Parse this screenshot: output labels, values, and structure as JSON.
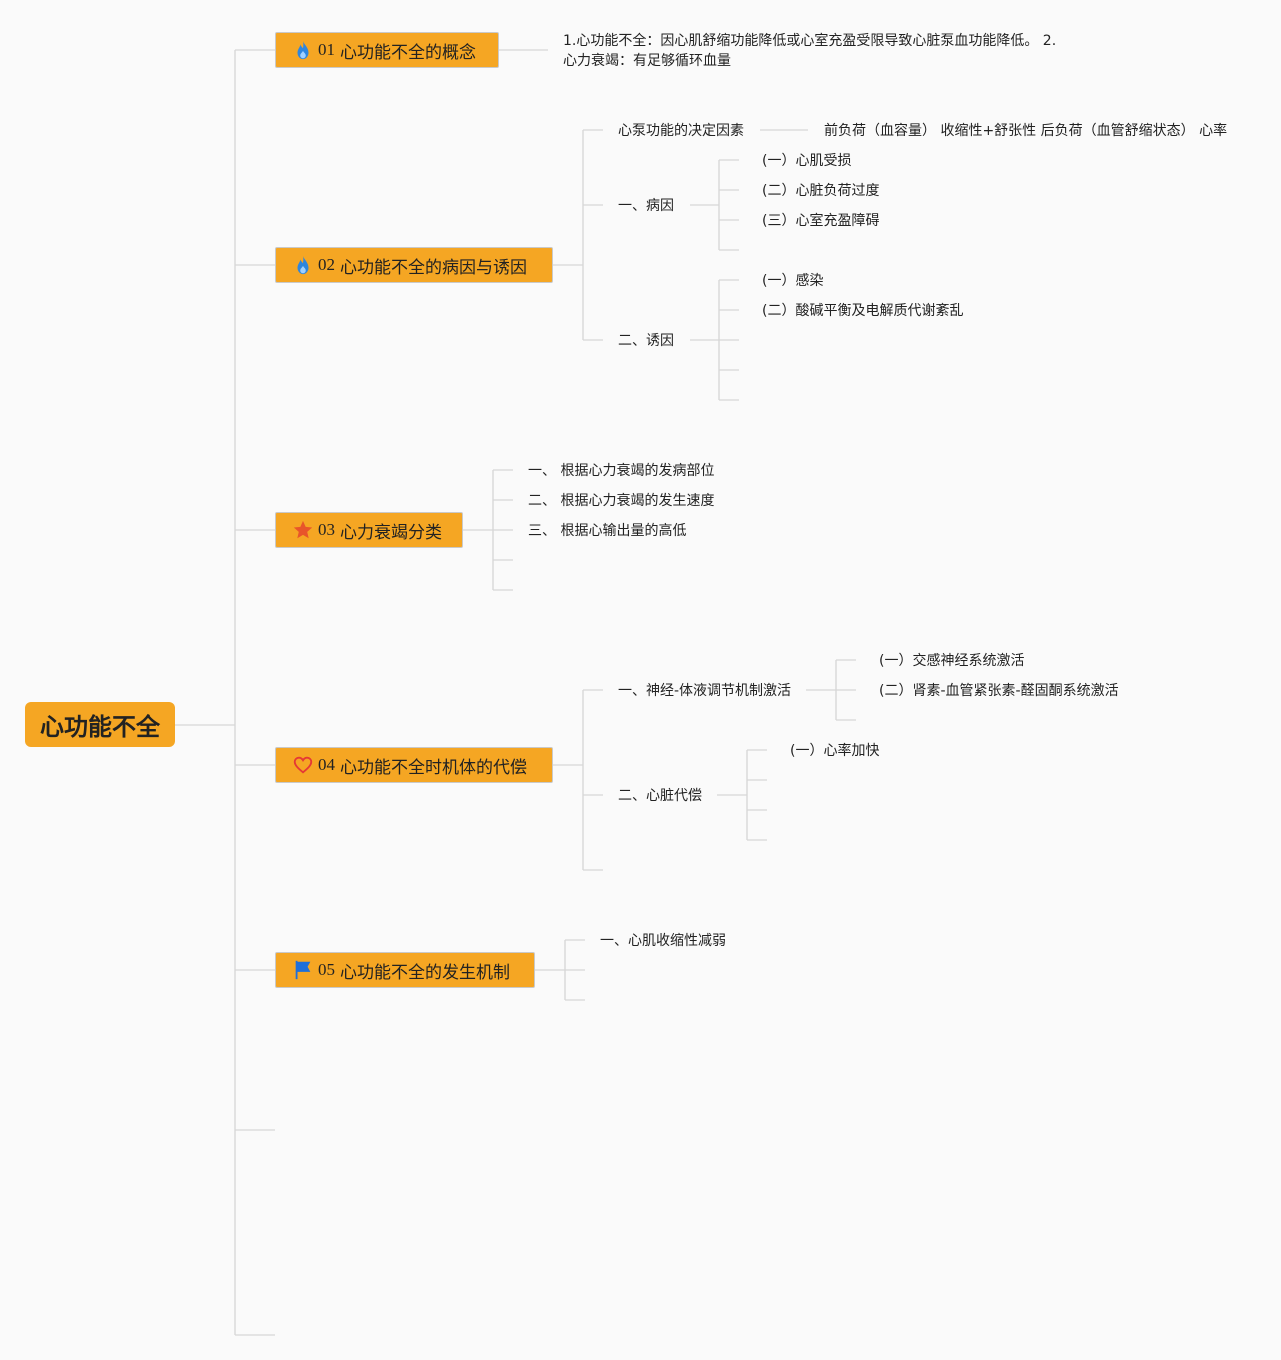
{
  "root": "心功能不全",
  "branches": [
    {
      "num": "01",
      "label": "心功能不全的概念",
      "icon": "flame-icon",
      "color": "#2e86de"
    },
    {
      "num": "02",
      "label": "心功能不全的病因与诱因",
      "icon": "flame-icon",
      "color": "#2e86de"
    },
    {
      "num": "03",
      "label": "心力衰竭分类",
      "icon": "star-icon",
      "color": "#e8552a"
    },
    {
      "num": "04",
      "label": "心功能不全时机体的代偿",
      "icon": "heart-icon",
      "color": "#e53935"
    },
    {
      "num": "05",
      "label": "心功能不全的发生机制",
      "icon": "flag-icon",
      "color": "#1e6fd9"
    }
  ],
  "b1": {
    "concept_line1": "1.心功能不全：因心肌舒缩功能降低或心室充盈受限导致心脏泵血功能降低。 2.",
    "concept_line2": "心力衰竭：有足够循环血量"
  },
  "b2": {
    "pump_factors": "心泵功能的决定因素",
    "pump_detail": "前负荷（血容量） 收缩性+舒张性 后负荷（血管舒缩状态） 心率",
    "cause": "一、病因",
    "cause_items": [
      "(一）心肌受损",
      "(二）心脏负荷过度",
      "(三）心室充盈障碍"
    ],
    "trigger": "二、诱因",
    "trigger_items": [
      "(一）感染",
      "(二）酸碱平衡及电解质代谢紊乱"
    ]
  },
  "b3": {
    "items": [
      "一、 根据心力衰竭的发病部位",
      "二、 根据心力衰竭的发生速度",
      "三、 根据心输出量的高低"
    ]
  },
  "b4": {
    "neuro": "一、神经-体液调节机制激活",
    "neuro_items": [
      "(一）交感神经系统激活",
      "(二）肾素-血管紧张素-醛固酮系统激活"
    ],
    "cardiac": "二、心脏代偿",
    "cardiac_items": [
      "(一）心率加快"
    ]
  },
  "b5": {
    "items": [
      "一、心肌收缩性减弱"
    ]
  }
}
